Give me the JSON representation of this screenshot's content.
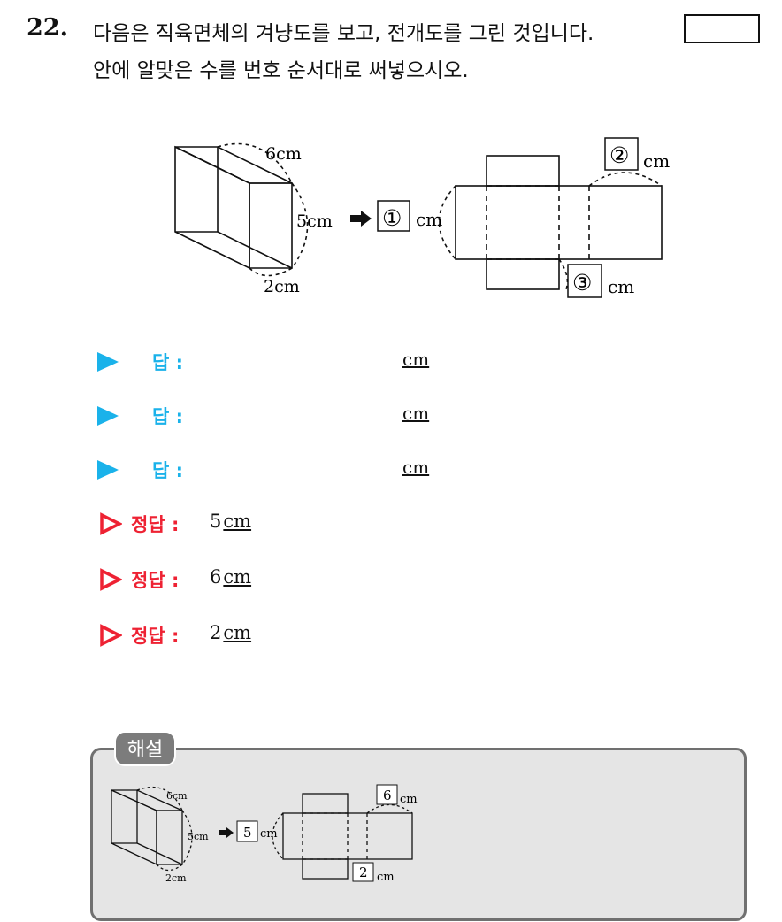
{
  "question": {
    "number": "22.",
    "line1": "다음은 직육면체의 겨냥도를 보고, 전개도를 그린 것입니다.",
    "line2": "안에 알맞은 수를 번호 순서대로 써넣으시오."
  },
  "figure": {
    "label_top": "6cm",
    "label_side": "5cm",
    "label_bottom": "2cm",
    "circle1": "①",
    "circle2": "②",
    "circle3": "③",
    "unit": "cm"
  },
  "answers": [
    {
      "label": "답 :",
      "unit": "cm"
    },
    {
      "label": "답 :",
      "unit": "cm"
    },
    {
      "label": "답 :",
      "unit": "cm"
    }
  ],
  "correct": [
    {
      "label": "정답 :",
      "value": "5",
      "unit": "cm"
    },
    {
      "label": "정답 :",
      "value": "6",
      "unit": "cm"
    },
    {
      "label": "정답 :",
      "value": "2",
      "unit": "cm"
    }
  ],
  "explanation": {
    "tab": "해설",
    "label_top": "6cm",
    "label_side": "5cm",
    "label_bottom": "2cm",
    "box1": "5",
    "box2": "6",
    "box3": "2",
    "unit": "cm"
  },
  "colors": {
    "answer_blue": "#1ab2ea",
    "correct_red": "#ee2233",
    "panel_bg": "#e5e5e5",
    "panel_border": "#707070"
  }
}
